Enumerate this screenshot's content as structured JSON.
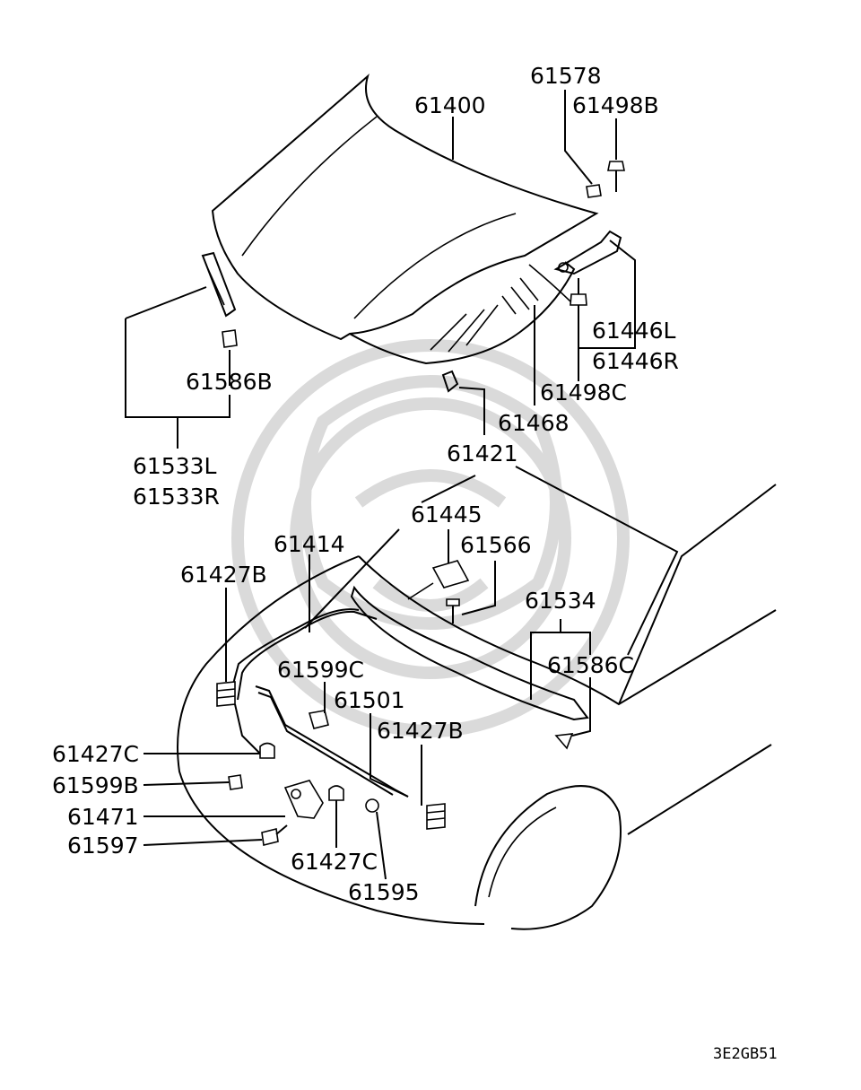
{
  "diagram": {
    "drawing_code": "3E2GB51",
    "labels": {
      "p61578": "61578",
      "p61498B": "61498B",
      "p61400": "61400",
      "p61446L": "61446L",
      "p61446R": "61446R",
      "p61498C": "61498C",
      "p61468": "61468",
      "p61586B": "61586B",
      "p61533L": "61533L",
      "p61533R": "61533R",
      "p61421": "61421",
      "p61445": "61445",
      "p61566": "61566",
      "p61414": "61414",
      "p61427B_top": "61427B",
      "p61534": "61534",
      "p61586C": "61586C",
      "p61599C": "61599C",
      "p61501": "61501",
      "p61427B_right": "61427B",
      "p61427C_left": "61427C",
      "p61599B": "61599B",
      "p61471": "61471",
      "p61597": "61597",
      "p61427C_bottom": "61427C",
      "p61595": "61595"
    }
  }
}
